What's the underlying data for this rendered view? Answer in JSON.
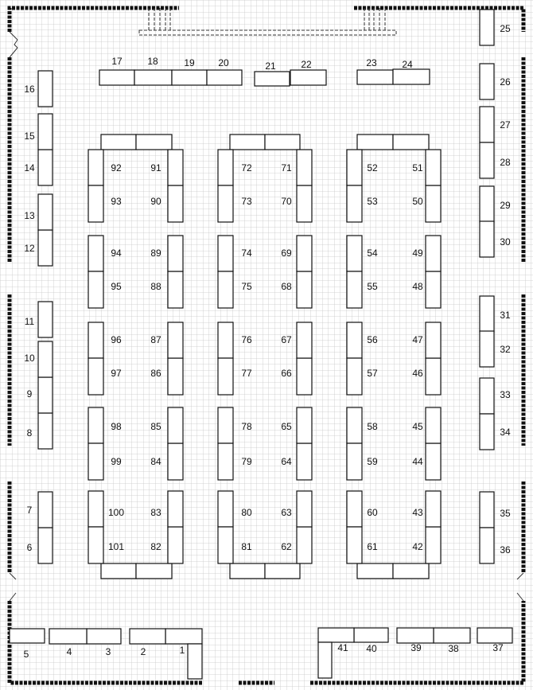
{
  "floor_plan": {
    "booths": [
      "1",
      "2",
      "3",
      "4",
      "5",
      "6",
      "7",
      "8",
      "9",
      "10",
      "11",
      "12",
      "13",
      "14",
      "15",
      "16",
      "17",
      "18",
      "19",
      "20",
      "21",
      "22",
      "23",
      "24",
      "25",
      "26",
      "27",
      "28",
      "29",
      "30",
      "31",
      "32",
      "33",
      "34",
      "35",
      "36",
      "37",
      "38",
      "39",
      "40",
      "41",
      "42",
      "43",
      "44",
      "45",
      "46",
      "47",
      "48",
      "49",
      "50",
      "51",
      "52",
      "53",
      "54",
      "55",
      "56",
      "57",
      "58",
      "59",
      "60",
      "61",
      "62",
      "63",
      "64",
      "65",
      "66",
      "67",
      "68",
      "69",
      "70",
      "71",
      "72",
      "73",
      "74",
      "75",
      "76",
      "77",
      "78",
      "79",
      "80",
      "81",
      "82",
      "83",
      "84",
      "85",
      "86",
      "87",
      "88",
      "89",
      "90",
      "91",
      "92",
      "93",
      "94",
      "95",
      "96",
      "97",
      "98",
      "99",
      "100",
      "101"
    ]
  }
}
